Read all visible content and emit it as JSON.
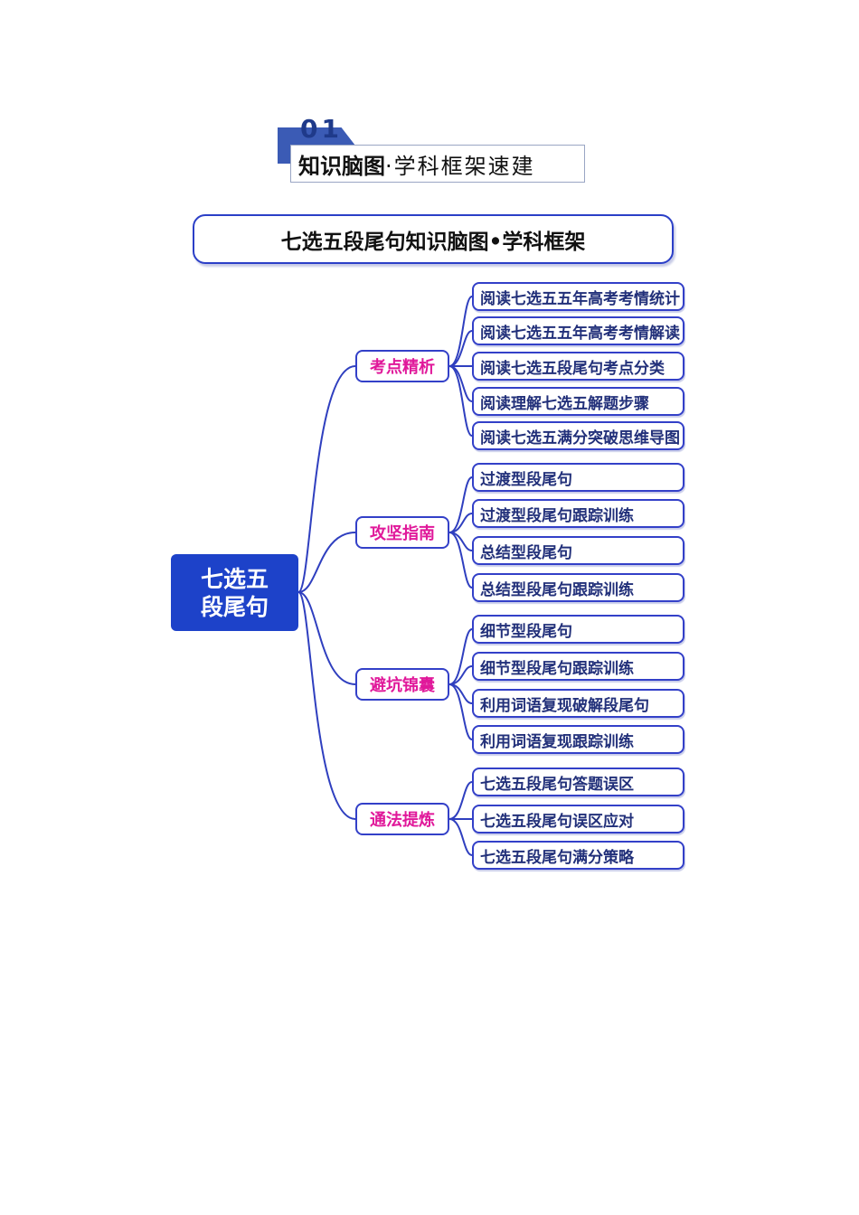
{
  "header": {
    "number": "01",
    "title_bold": "知识脑图",
    "title_rest": "·学科框架速建"
  },
  "banner": {
    "title": "七选五段尾句知识脑图•学科框架"
  },
  "mindmap": {
    "root": {
      "line1": "七选五",
      "line2": "段尾句"
    },
    "branches": [
      {
        "label": "考点精析",
        "items": [
          "阅读七选五五年高考考情统计",
          "阅读七选五五年高考考情解读",
          "阅读七选五段尾句考点分类",
          "阅读理解七选五解题步骤",
          "阅读七选五满分突破思维导图"
        ]
      },
      {
        "label": "攻坚指南",
        "items": [
          "过渡型段尾句",
          "过渡型段尾句跟踪训练",
          "总结型段尾句",
          "总结型段尾句跟踪训练"
        ]
      },
      {
        "label": "避坑锦囊",
        "items": [
          "细节型段尾句",
          "细节型段尾句跟踪训练",
          "利用词语复现破解段尾句",
          "利用词语复现跟踪训练"
        ]
      },
      {
        "label": "通法提炼",
        "items": [
          "七选五段尾句答题误区",
          "七选五段尾句误区应对",
          "七选五段尾句满分策略"
        ]
      }
    ]
  },
  "colors": {
    "primary": "#1d42c9",
    "border": "#3340c8",
    "category_text": "#e0189a",
    "leaf_text": "#22307a"
  }
}
